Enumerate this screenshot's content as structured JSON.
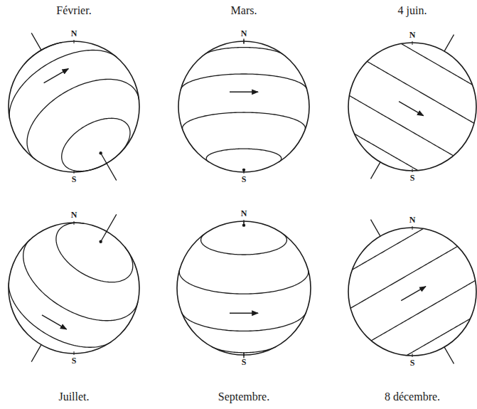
{
  "diagram": {
    "labels": [
      "Février.",
      "N",
      "S",
      "Mars.",
      "N",
      "S",
      "4 juin.",
      "N",
      "S",
      "Juillet.",
      "N",
      "S",
      "Septembre.",
      "N",
      "S",
      "8 décembre.",
      "N",
      "S"
    ]
  }
}
